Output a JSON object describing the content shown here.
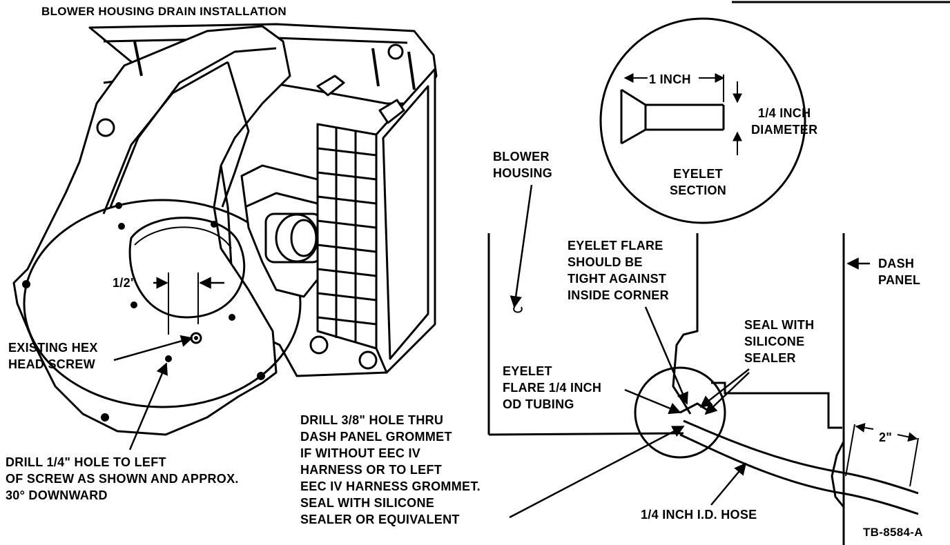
{
  "title": "BLOWER HOUSING DRAIN INSTALLATION",
  "figure_id": "TB-8584-A",
  "colors": {
    "ink": "#000000",
    "paper": "#ffffff"
  },
  "labels": {
    "half_inch": "1/2\"",
    "hex_screw": [
      "EXISTING HEX",
      "HEAD SCREW"
    ],
    "drill_quarter": [
      "DRILL 1/4\" HOLE TO LEFT",
      "OF SCREW AS SHOWN AND APPROX.",
      "30° DOWNWARD"
    ],
    "drill_three_eighths": [
      "DRILL 3/8\" HOLE THRU",
      "DASH PANEL GROMMET",
      "IF WITHOUT EEC IV",
      "HARNESS OR TO LEFT",
      "EEC IV HARNESS GROMMET.",
      "SEAL WITH SILICONE",
      "SEALER OR EQUIVALENT"
    ],
    "blower_housing": [
      "BLOWER",
      "HOUSING"
    ],
    "one_inch": "1 INCH",
    "quarter_diameter": [
      "1/4 INCH",
      "DIAMETER"
    ],
    "eyelet_section": [
      "EYELET",
      "SECTION"
    ],
    "eyelet_flare_tight": [
      "EYELET FLARE",
      "SHOULD BE",
      "TIGHT AGAINST",
      "INSIDE CORNER"
    ],
    "dash_panel": [
      "DASH",
      "PANEL"
    ],
    "seal_silicone": [
      "SEAL WITH",
      "SILICONE",
      "SEALER"
    ],
    "eyelet_flare_od": [
      "EYELET",
      "FLARE 1/4 INCH",
      "OD TUBING"
    ],
    "two_inch": "2\"",
    "hose": "1/4 INCH I.D. HOSE"
  }
}
